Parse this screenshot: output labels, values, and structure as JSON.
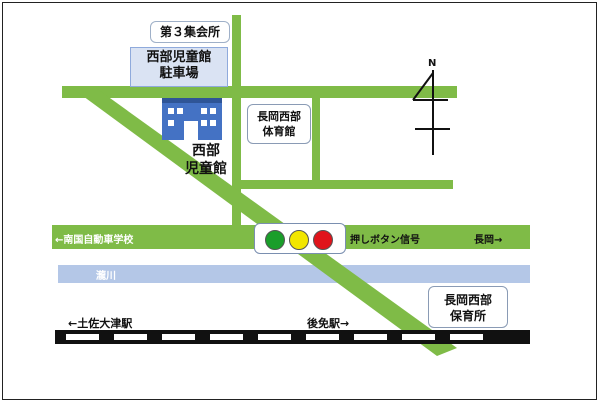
{
  "labels": {
    "community_center": "第３集会所",
    "parking_line1": "西部児童館",
    "parking_line2": "駐車場",
    "childrens_hall_line1": "西部",
    "childrens_hall_line2": "児童館",
    "gym_line1": "長岡西部",
    "gym_line2": "体育館",
    "nursery_line1": "長岡西部",
    "nursery_line2": "保育所",
    "road_west": "←南国自動車学校",
    "push_button_signal": "押しボタン信号",
    "road_east": "長岡→",
    "river": "瀧川",
    "station_west": "←土佐大津駅",
    "station_east": "後免駅→",
    "north": "N"
  },
  "signal_colors": [
    "#1a9e2a",
    "#f2e600",
    "#e0141b"
  ],
  "colors": {
    "road": "#7fbb47",
    "river": "#b4c7e7",
    "building": "#4472c4",
    "parking_fill": "#dae3f3"
  }
}
